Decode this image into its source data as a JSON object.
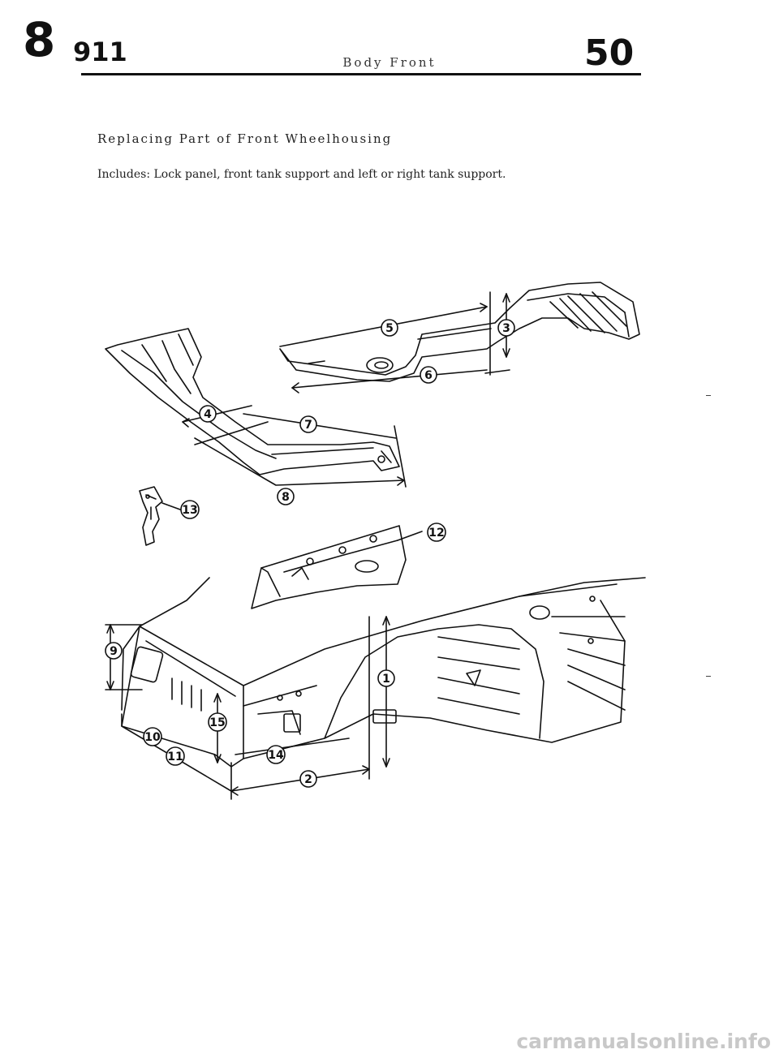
{
  "header": {
    "section_number": "8",
    "model": "911",
    "group_title": "Body Front",
    "group_number": "50"
  },
  "content": {
    "procedure_title": "Replacing Part of Front Wheelhousing",
    "includes": "Includes: Lock panel,  front tank support and left or right tank support."
  },
  "callouts": [
    "1",
    "2",
    "3",
    "4",
    "5",
    "6",
    "7",
    "8",
    "9",
    "10",
    "11",
    "12",
    "13",
    "14",
    "15"
  ],
  "footer": {
    "watermark": "carmanualsonline.info"
  }
}
